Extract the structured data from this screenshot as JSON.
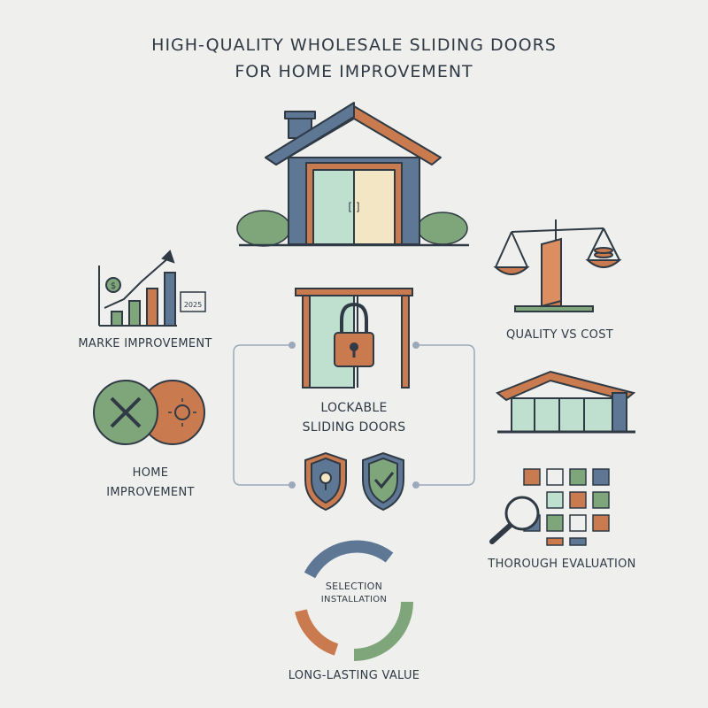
{
  "title": "HIGH-QUALITY WHOLESALE SLIDING DOORS\nFOR HOME IMPROVEMENT",
  "labels": {
    "market": "MARKE IMPROVEMENT",
    "home": "HOME\nIMPROVEMENT",
    "lockable": "LOCKABLE\nSLIDING DOORS",
    "quality": "QUALITY VS COST",
    "evaluation": "THOROUGH EVALUATION",
    "value": "LONG-LASTING VALUE"
  },
  "cycle": {
    "top": "SELECTION",
    "bottom": "INSTALLATION"
  },
  "calendar_year": "2025",
  "colors": {
    "background": "#efefed",
    "navy": "#2f3a45",
    "slate_blue": "#5e7795",
    "terracotta": "#c97a4e",
    "sage": "#7fa57b",
    "glass": "#bfe0cf",
    "cream": "#f3e6c4"
  }
}
